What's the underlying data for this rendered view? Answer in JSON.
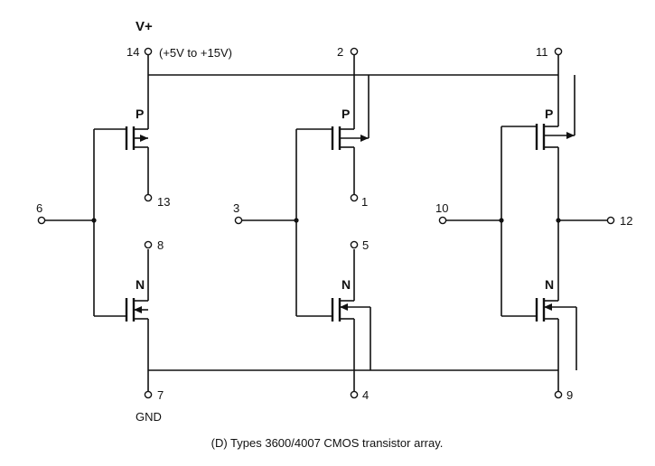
{
  "supply": {
    "label": "V+",
    "range": "(+5V to +15V)"
  },
  "ground": {
    "label": "GND"
  },
  "transistor_labels": {
    "p": "P",
    "n": "N"
  },
  "pins": {
    "p14": "14",
    "p2": "2",
    "p11": "11",
    "p6": "6",
    "p3": "3",
    "p10": "10",
    "p13": "13",
    "p1": "1",
    "p12": "12",
    "p8": "8",
    "p5": "5",
    "p7": "7",
    "p4": "4",
    "p9": "9"
  },
  "caption": "(D) Types 3600/4007 CMOS transistor array."
}
